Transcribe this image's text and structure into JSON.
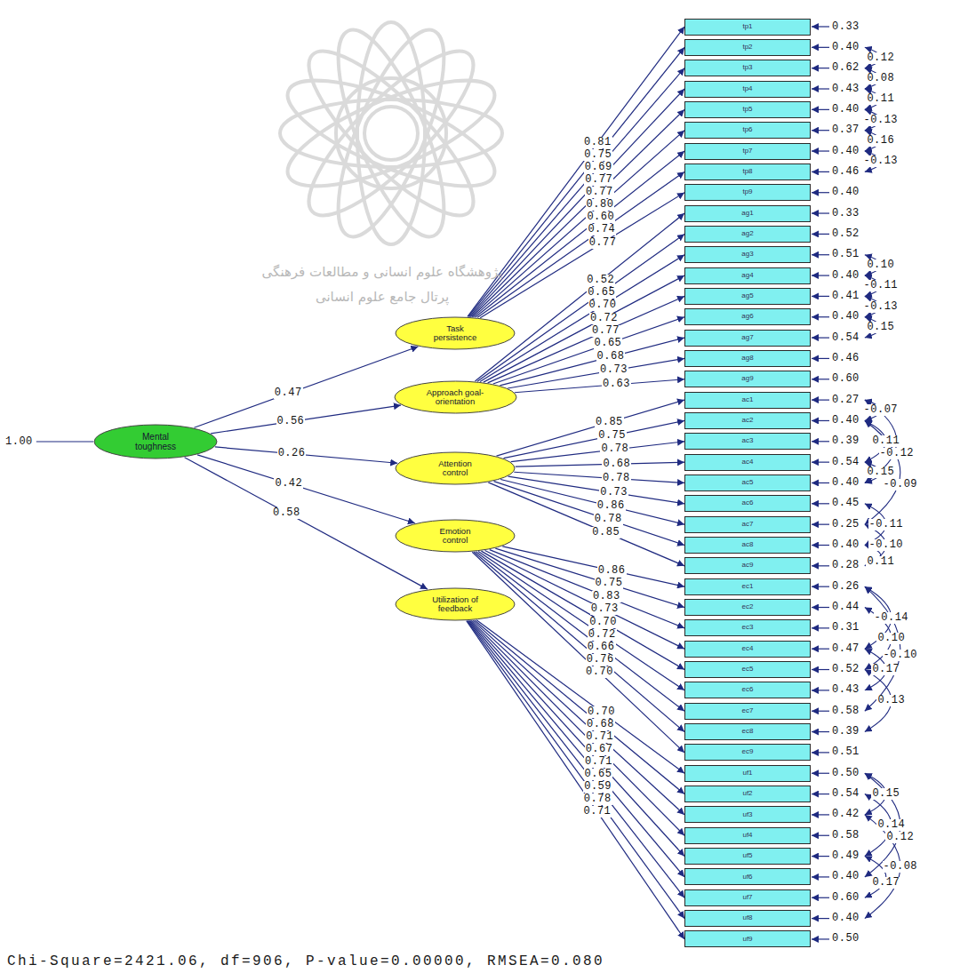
{
  "diagram": {
    "caption": "Chi-Square=2421.06, df=906, P-value=0.00000, RMSEA=0.080",
    "nodes": [
      {
        "text": [
          "Mental toughness"
        ]
      },
      {
        "text": [
          "Task persistence"
        ]
      },
      {
        "text": [
          "Approach goal-orientation"
        ]
      },
      {
        "text": [
          "Attention control"
        ]
      },
      {
        "text": [
          "Emotion control"
        ]
      },
      {
        "text": [
          "Utilization of feedback"
        ]
      },
      {
        "text": [
          "tp1"
        ]
      },
      {
        "text": [
          "tp2"
        ]
      },
      {
        "text": [
          "tp3"
        ]
      },
      {
        "text": [
          "tp4"
        ]
      },
      {
        "text": [
          "tp5"
        ]
      },
      {
        "text": [
          "tp6"
        ]
      },
      {
        "text": [
          "tp7"
        ]
      },
      {
        "text": [
          "tp8"
        ]
      },
      {
        "text": [
          "tp9"
        ]
      },
      {
        "text": [
          "ag1"
        ]
      },
      {
        "text": [
          "ag2"
        ]
      },
      {
        "text": [
          "ag3"
        ]
      },
      {
        "text": [
          "ag4"
        ]
      },
      {
        "text": [
          "ag5"
        ]
      },
      {
        "text": [
          "ag6"
        ]
      },
      {
        "text": [
          "ag7"
        ]
      },
      {
        "text": [
          "ag8"
        ]
      },
      {
        "text": [
          "ag9"
        ]
      },
      {
        "text": [
          "ac1"
        ]
      },
      {
        "text": [
          "ac2"
        ]
      },
      {
        "text": [
          "ac3"
        ]
      },
      {
        "text": [
          "ac4"
        ]
      },
      {
        "text": [
          "ac5"
        ]
      },
      {
        "text": [
          "ac6"
        ]
      },
      {
        "text": [
          "ac7"
        ]
      },
      {
        "text": [
          "ac8"
        ]
      },
      {
        "text": [
          "ac9"
        ]
      },
      {
        "text": [
          "ec1"
        ]
      },
      {
        "text": [
          "ec2"
        ]
      },
      {
        "text": [
          "ec3"
        ]
      },
      {
        "text": [
          "ec4"
        ]
      },
      {
        "text": [
          "ec5"
        ]
      },
      {
        "text": [
          "ec6"
        ]
      },
      {
        "text": [
          "ec7"
        ]
      },
      {
        "text": [
          "ec8"
        ]
      },
      {
        "text": [
          "ec9"
        ]
      },
      {
        "text": [
          "uf1"
        ]
      },
      {
        "text": [
          "uf2"
        ]
      },
      {
        "text": [
          "uf3"
        ]
      },
      {
        "text": [
          "uf4"
        ]
      },
      {
        "text": [
          "uf5"
        ]
      },
      {
        "text": [
          "uf6"
        ]
      },
      {
        "text": [
          "uf7"
        ]
      },
      {
        "text": [
          "uf8"
        ]
      },
      {
        "text": [
          "uf9"
        ]
      }
    ],
    "edges": [
      {
        "from": 0,
        "to": 1,
        "arrow": "to",
        "label": "0.47"
      },
      {
        "from": 0,
        "to": 2,
        "arrow": "to",
        "label": "0.56"
      },
      {
        "from": 0,
        "to": 3,
        "arrow": "to",
        "label": "0.26"
      },
      {
        "from": 0,
        "to": 4,
        "arrow": "to",
        "label": "0.42"
      },
      {
        "from": 0,
        "to": 5,
        "arrow": "to",
        "label": "0.58"
      },
      {
        "from": 1,
        "to": 6,
        "arrow": "to",
        "label": "0.81"
      },
      {
        "from": 1,
        "to": 7,
        "arrow": "to",
        "label": "0.75"
      },
      {
        "from": 1,
        "to": 8,
        "arrow": "to",
        "label": "0.69"
      },
      {
        "from": 1,
        "to": 9,
        "arrow": "to",
        "label": "0.77"
      },
      {
        "from": 1,
        "to": 10,
        "arrow": "to",
        "label": "0.77"
      },
      {
        "from": 1,
        "to": 11,
        "arrow": "to",
        "label": "0.80"
      },
      {
        "from": 1,
        "to": 12,
        "arrow": "to",
        "label": "0.60"
      },
      {
        "from": 1,
        "to": 13,
        "arrow": "to",
        "label": "0.74"
      },
      {
        "from": 1,
        "to": 14,
        "arrow": "to",
        "label": "0.77"
      },
      {
        "from": 2,
        "to": 15,
        "arrow": "to",
        "label": "0.52"
      },
      {
        "from": 2,
        "to": 16,
        "arrow": "to",
        "label": "0.65"
      },
      {
        "from": 2,
        "to": 17,
        "arrow": "to",
        "label": "0.70"
      },
      {
        "from": 2,
        "to": 18,
        "arrow": "to",
        "label": "0.72"
      },
      {
        "from": 2,
        "to": 19,
        "arrow": "to",
        "label": "0.77"
      },
      {
        "from": 2,
        "to": 20,
        "arrow": "to",
        "label": "0.65"
      },
      {
        "from": 2,
        "to": 21,
        "arrow": "to",
        "label": "0.68"
      },
      {
        "from": 2,
        "to": 22,
        "arrow": "to",
        "label": "0.73"
      },
      {
        "from": 2,
        "to": 23,
        "arrow": "to",
        "label": "0.63"
      },
      {
        "from": 3,
        "to": 24,
        "arrow": "to",
        "label": "0.85"
      },
      {
        "from": 3,
        "to": 25,
        "arrow": "to",
        "label": "0.75"
      },
      {
        "from": 3,
        "to": 26,
        "arrow": "to",
        "label": "0.78"
      },
      {
        "from": 3,
        "to": 27,
        "arrow": "to",
        "label": "0.68"
      },
      {
        "from": 3,
        "to": 28,
        "arrow": "to",
        "label": "0.78"
      },
      {
        "from": 3,
        "to": 29,
        "arrow": "to",
        "label": "0.73"
      },
      {
        "from": 3,
        "to": 30,
        "arrow": "to",
        "label": "0.86"
      },
      {
        "from": 3,
        "to": 31,
        "arrow": "to",
        "label": "0.78"
      },
      {
        "from": 3,
        "to": 32,
        "arrow": "to",
        "label": "0.85"
      },
      {
        "from": 4,
        "to": 33,
        "arrow": "to",
        "label": "0.86"
      },
      {
        "from": 4,
        "to": 34,
        "arrow": "to",
        "label": "0.75"
      },
      {
        "from": 4,
        "to": 35,
        "arrow": "to",
        "label": "0.83"
      },
      {
        "from": 4,
        "to": 36,
        "arrow": "to",
        "label": "0.73"
      },
      {
        "from": 4,
        "to": 37,
        "arrow": "to",
        "label": "0.70"
      },
      {
        "from": 4,
        "to": 38,
        "arrow": "to",
        "label": "0.72"
      },
      {
        "from": 4,
        "to": 39,
        "arrow": "to",
        "label": "0.66"
      },
      {
        "from": 4,
        "to": 40,
        "arrow": "to",
        "label": "0.76"
      },
      {
        "from": 4,
        "to": 41,
        "arrow": "to",
        "label": "0.70"
      },
      {
        "from": 5,
        "to": 42,
        "arrow": "to",
        "label": "0.70"
      },
      {
        "from": 5,
        "to": 43,
        "arrow": "to",
        "label": "0.68"
      },
      {
        "from": 5,
        "to": 44,
        "arrow": "to",
        "label": "0.71"
      },
      {
        "from": 5,
        "to": 45,
        "arrow": "to",
        "label": "0.67"
      },
      {
        "from": 5,
        "to": 46,
        "arrow": "to",
        "label": "0.71"
      },
      {
        "from": 5,
        "to": 47,
        "arrow": "to",
        "label": "0.65"
      },
      {
        "from": 5,
        "to": 48,
        "arrow": "to",
        "label": "0.59"
      },
      {
        "from": 5,
        "to": 49,
        "arrow": "to",
        "label": "0.78"
      },
      {
        "from": 5,
        "to": 50,
        "arrow": "to",
        "label": "0.71"
      }
    ],
    "labels": [
      "1.00",
      "0.33",
      "0.40",
      "0.62",
      "0.43",
      "0.40",
      "0.37",
      "0.40",
      "0.46",
      "0.40",
      "0.33",
      "0.52",
      "0.51",
      "0.40",
      "0.41",
      "0.40",
      "0.54",
      "0.46",
      "0.60",
      "0.27",
      "0.40",
      "0.39",
      "0.54",
      "0.40",
      "0.45",
      "0.25",
      "0.40",
      "0.28",
      "0.26",
      "0.44",
      "0.31",
      "0.47",
      "0.52",
      "0.43",
      "0.58",
      "0.39",
      "0.51",
      "0.50",
      "0.54",
      "0.42",
      "0.58",
      "0.49",
      "0.40",
      "0.60",
      "0.40",
      "0.50",
      "0.12",
      "0.08",
      "0.11",
      "-0.13",
      "0.16",
      "-0.13",
      "0.10",
      "-0.11",
      "-0.13",
      "0.15",
      "-0.07",
      "0.11",
      "-0.12",
      "0.15",
      "-0.09",
      "-0.11",
      "-0.10",
      "0.11",
      "-0.14",
      "0.10",
      "-0.10",
      "0.17",
      "0.13",
      "0.15",
      "0.14",
      "0.12",
      "-0.08",
      "0.17",
      "پژوهشگاه علوم انسانی و مطالعات فرهنگی",
      "پرتال جامع علوم انسانی"
    ]
  }
}
